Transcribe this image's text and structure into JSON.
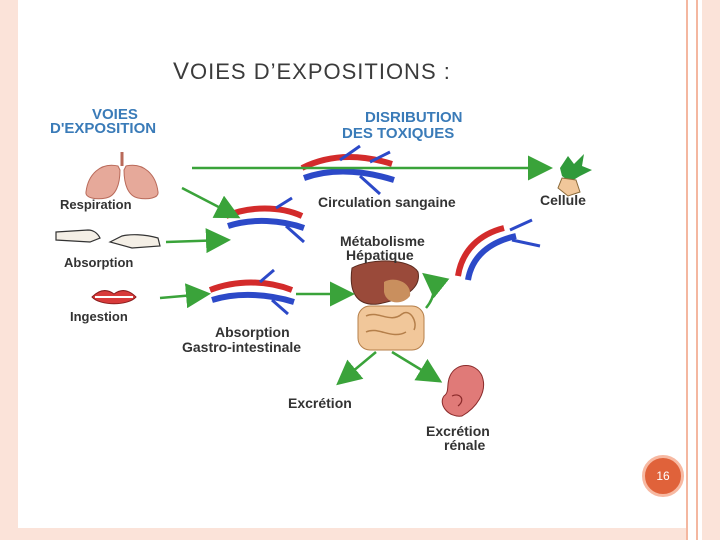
{
  "slide": {
    "title_lead": "V",
    "title_rest": "OIES D’EXPOSITIONS :",
    "page_number": "16"
  },
  "diagram": {
    "header_left_1": "VOIES",
    "header_left_2": "D'EXPOSITION",
    "header_right_1": "DISRIBUTION",
    "header_right_2": "DES TOXIQUES",
    "route_respiration": "Respiration",
    "route_absorption": "Absorption",
    "route_ingestion": "Ingestion",
    "label_circulation": "Circulation sangaine",
    "label_cellule": "Cellule",
    "label_metabolisme_1": "Métabolisme",
    "label_metabolisme_2": "Hépatique",
    "label_absorption_gi_1": "Absorption",
    "label_absorption_gi_2": "Gastro-intestinale",
    "label_excretion": "Excrétion",
    "label_excretion_renale_1": "Excrétion",
    "label_excretion_renale_2": "rénale"
  },
  "colors": {
    "header_text": "#3a7bb8",
    "arrow": "#3aa33a",
    "artery": "#d32b2b",
    "vein": "#2c49c8",
    "page_badge": "#e0623a"
  }
}
